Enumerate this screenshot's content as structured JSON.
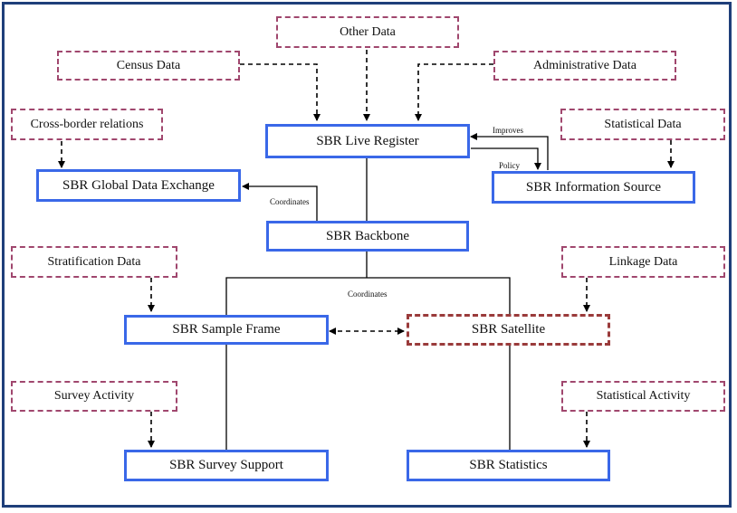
{
  "nodes": {
    "other_data": "Other Data",
    "census_data": "Census Data",
    "administrative_data": "Administrative Data",
    "cross_border": "Cross-border relations",
    "statistical_data": "Statistical Data",
    "live_register": "SBR Live Register",
    "global_exchange": "SBR Global Data Exchange",
    "information_source": "SBR Information Source",
    "backbone": "SBR Backbone",
    "stratification_data": "Stratification Data",
    "linkage_data": "Linkage Data",
    "sample_frame": "SBR Sample Frame",
    "satellite": "SBR Satellite",
    "survey_activity": "Survey Activity",
    "statistical_activity": "Statistical Activity",
    "survey_support": "SBR Survey Support",
    "statistics": "SBR Statistics"
  },
  "edge_labels": {
    "improves": "Improves",
    "policy": "Policy",
    "coordinates_exchange": "Coordinates",
    "coordinates_backbone": "Coordinates"
  },
  "colors": {
    "frame": "#1f3f7a",
    "sbr_border": "#3a68e8",
    "source_border": "#a0476e",
    "satellite_border": "#9a3b3b"
  }
}
